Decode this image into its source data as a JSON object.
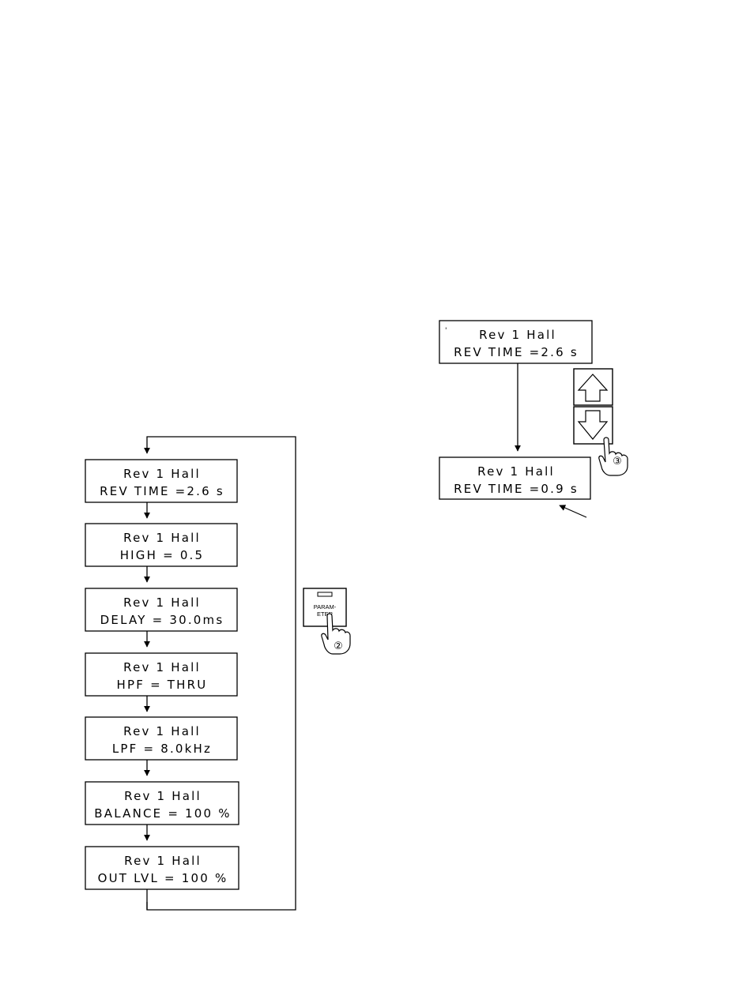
{
  "flow_screens": [
    {
      "line1": "Rev 1 Hall",
      "line2": "REV TIME =2.6 s"
    },
    {
      "line1": "Rev 1 Hall",
      "line2": "HIGH = 0.5"
    },
    {
      "line1": "Rev 1 Hall",
      "line2": "DELAY = 30.0ms"
    },
    {
      "line1": "Rev 1 Hall",
      "line2": "HPF = THRU"
    },
    {
      "line1": "Rev 1 Hall",
      "line2": "LPF = 8.0kHz"
    },
    {
      "line1": "Rev 1 Hall",
      "line2": "BALANCE = 100 %"
    },
    {
      "line1": "Rev 1 Hall",
      "line2": "OUT LVL = 100 %"
    }
  ],
  "parameter_button": {
    "label_line1": "PARAM-",
    "label_line2": "ETER",
    "step": "②"
  },
  "edit_screens": {
    "before": {
      "line1": "Rev 1 Hall",
      "line2": "REV TIME =2.6 s"
    },
    "after": {
      "line1": "Rev 1 Hall",
      "line2": "REV TIME =0.9 s"
    }
  },
  "arrow_buttons": {
    "up_icon": "up-arrow-icon",
    "down_icon": "down-arrow-icon",
    "step": "③"
  }
}
